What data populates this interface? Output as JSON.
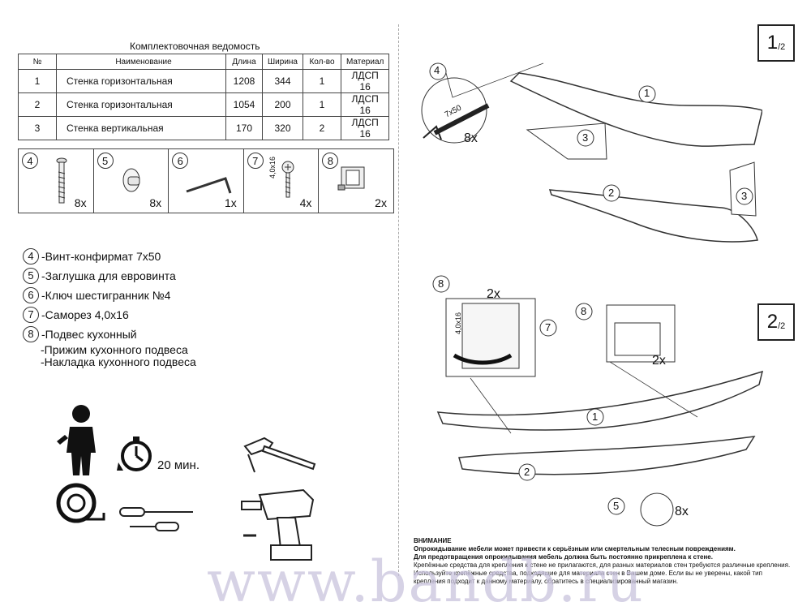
{
  "spec": {
    "title": "Комплектовочная ведомость",
    "headers": [
      "№",
      "Наименование",
      "Длина",
      "Ширина",
      "Кол-во",
      "Материал"
    ],
    "rows": [
      [
        "1",
        "Стенка горизонтальная",
        "1208",
        "344",
        "1",
        "ЛДСП 16"
      ],
      [
        "2",
        "Стенка горизонтальная",
        "1054",
        "200",
        "1",
        "ЛДСП 16"
      ],
      [
        "3",
        "Стенка вертикальная",
        "170",
        "320",
        "2",
        "ЛДСП 16"
      ]
    ]
  },
  "parts": [
    {
      "num": "4",
      "qty": "8x",
      "icon": "screw-confirmat-icon"
    },
    {
      "num": "5",
      "qty": "8x",
      "icon": "cap-plug-icon"
    },
    {
      "num": "6",
      "qty": "1x",
      "icon": "hex-key-icon"
    },
    {
      "num": "7",
      "qty": "4x",
      "icon": "self-tapping-screw-icon",
      "size_label": "4,0x16"
    },
    {
      "num": "8",
      "qty": "2x",
      "icon": "kitchen-hanger-icon"
    }
  ],
  "legend": [
    {
      "num": "4",
      "text": "-Винт-конфирмат 7х50"
    },
    {
      "num": "5",
      "text": "-Заглушка для евровинта"
    },
    {
      "num": "6",
      "text": "-Ключ шестигранник №4"
    },
    {
      "num": "7",
      "text": "-Саморез 4,0х16"
    },
    {
      "num": "8",
      "text": "-Подвес кухонный"
    }
  ],
  "legend_sub": [
    "-Прижим кухонного подвеса",
    "-Накладка кухонного подвеса"
  ],
  "tools": {
    "time": "20 мин."
  },
  "step1": {
    "num": "1",
    "of": "/2",
    "callouts": [
      "4",
      "1",
      "3",
      "2",
      "3"
    ],
    "screw_label": "7x50",
    "qty": "8x"
  },
  "step2": {
    "num": "2",
    "of": "/2",
    "callouts": [
      "8",
      "7",
      "8",
      "1",
      "2",
      "5"
    ],
    "qty_a": "2x",
    "qty_b": "2x",
    "qty_c": "8x",
    "screw_label": "4,0x16"
  },
  "warning": {
    "heading": "ВНИМАНИЕ",
    "bold1": "Опрокидывание мебели может привести к серьёзным или смертельным телесным повреждениям.",
    "bold2": "Для предотвращения опрокидывания мебель должна быть постоянно прикреплена к стене.",
    "text": "Крепёжные средства для крепления к стене не прилагаются, для разных материалов стен требуются различные крепления. Используйте крепёжные средства, подходящие для материала стен в Вашем доме. Если вы не уверены, какой тип крепления подходит к данному материалу, обратитесь в специализированный магазин."
  },
  "watermark": "www.bandb.ru"
}
